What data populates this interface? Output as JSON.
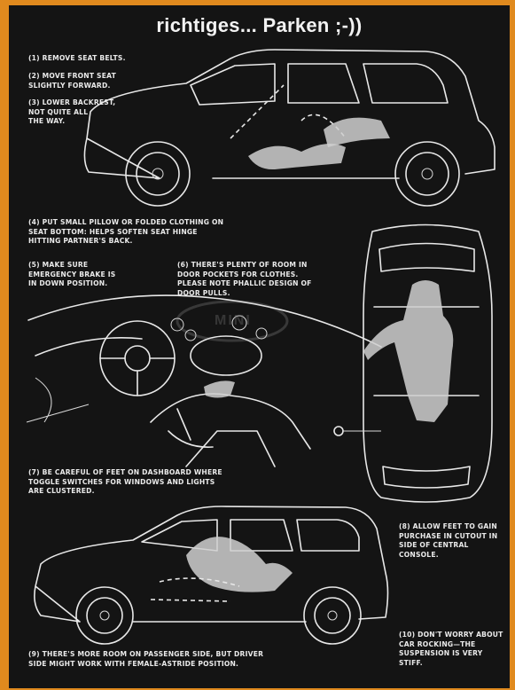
{
  "title": "richtiges... Parken ;-))",
  "notes": {
    "n1": "(1) Remove seat belts.",
    "n2": "(2) Move front seat\nslightly forward.",
    "n3": "(3) Lower backrest,\nnot quite all\nthe way.",
    "n4": "(4) Put small pillow or folded clothing on\nseat bottom: helps soften seat hinge\nhitting partner's back.",
    "n5": "(5) Make sure\nemergency brake is\nin down position.",
    "n6": "(6) There's plenty of room in\ndoor pockets for clothes.\nPlease note phallic design of\ndoor pulls.",
    "n7": "(7) Be careful of feet on dashboard where\ntoggle switches for windows and lights\nare clustered.",
    "n8": "(8) Allow feet to gain\npurchase in cutout in\nside of central\nconsole.",
    "n9": "(9) There's more room on passenger side, but driver\nside might work with female-astride position.",
    "n10": "(10) Don't worry about\ncar rocking—the\nsuspension is very stiff."
  },
  "watermark": "MINI",
  "colors": {
    "frame": "#e08a1e",
    "background": "#141414",
    "line": "#e8e8e8"
  }
}
